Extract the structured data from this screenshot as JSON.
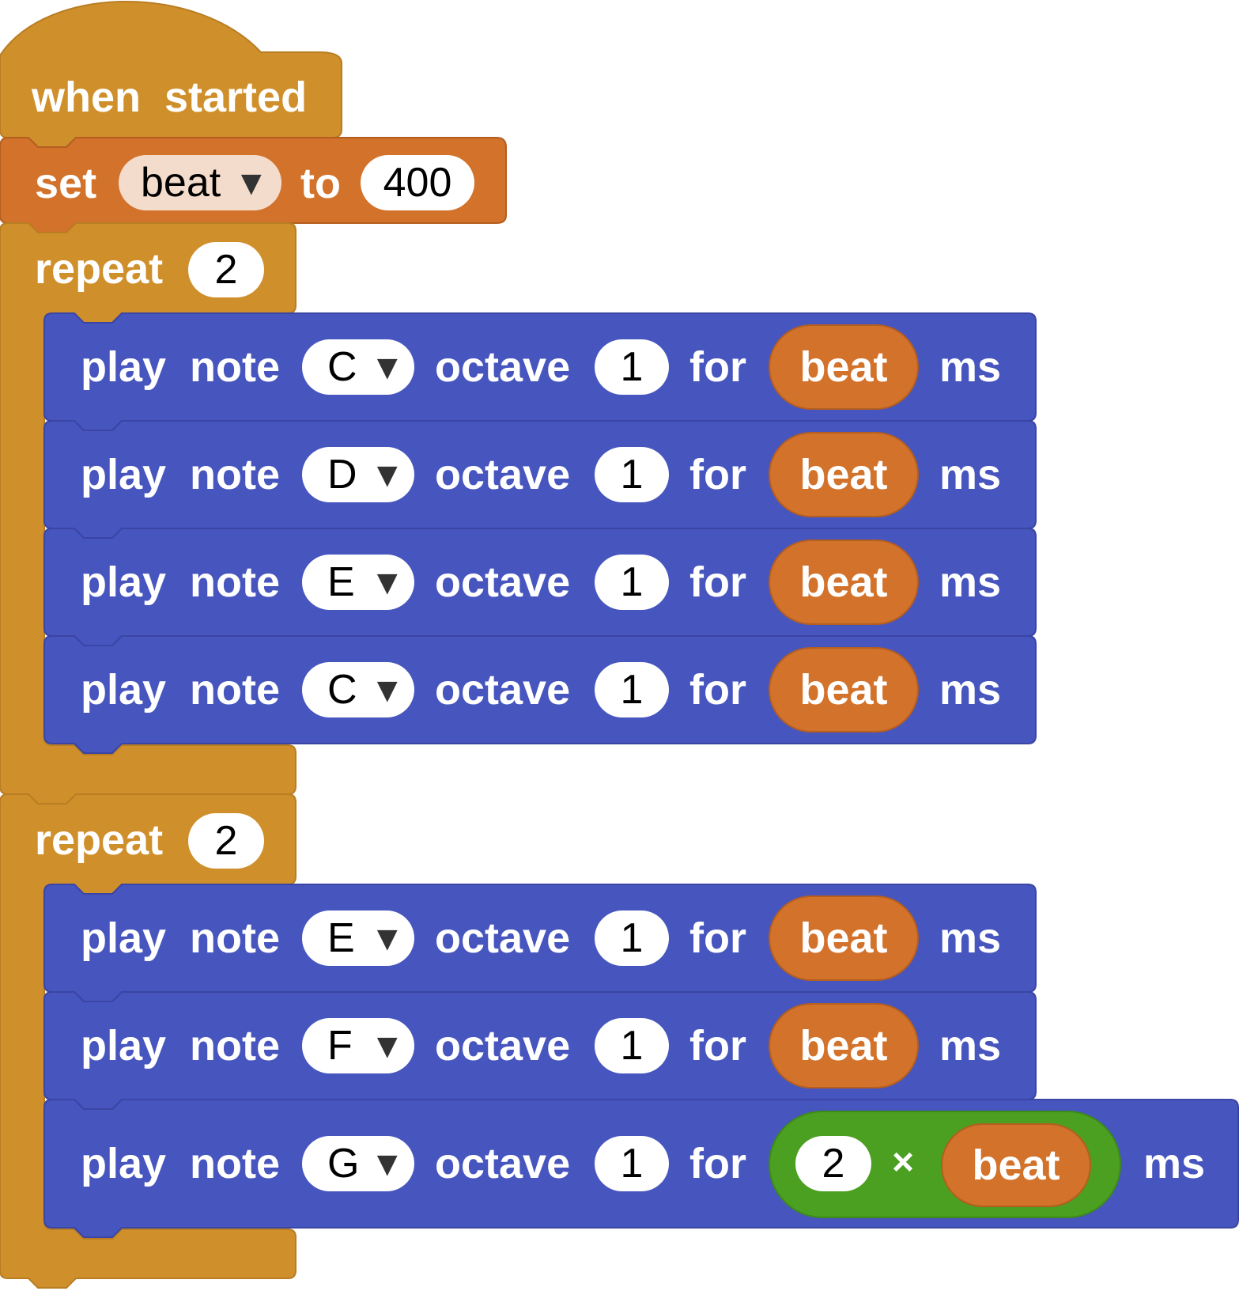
{
  "colors": {
    "event": "#cf8f2b",
    "variable": "#d2722b",
    "loop": "#cf8f2b",
    "music": "#4755be",
    "math": "#4b9f21"
  },
  "hat": {
    "label_when": "when",
    "label_started": "started"
  },
  "set_block": {
    "label_set": "set",
    "variable": "beat",
    "dropdown_icon": "triangle-down-icon",
    "label_to": "to",
    "value": "400"
  },
  "repeat_1": {
    "label": "repeat",
    "times": "2",
    "notes": [
      {
        "play": "play",
        "note_label": "note",
        "note": "C",
        "octave_label": "octave",
        "octave": "1",
        "for_label": "for",
        "duration": "beat",
        "unit": "ms"
      },
      {
        "play": "play",
        "note_label": "note",
        "note": "D",
        "octave_label": "octave",
        "octave": "1",
        "for_label": "for",
        "duration": "beat",
        "unit": "ms"
      },
      {
        "play": "play",
        "note_label": "note",
        "note": "E",
        "octave_label": "octave",
        "octave": "1",
        "for_label": "for",
        "duration": "beat",
        "unit": "ms"
      },
      {
        "play": "play",
        "note_label": "note",
        "note": "C",
        "octave_label": "octave",
        "octave": "1",
        "for_label": "for",
        "duration": "beat",
        "unit": "ms"
      }
    ]
  },
  "repeat_2": {
    "label": "repeat",
    "times": "2",
    "notes": [
      {
        "play": "play",
        "note_label": "note",
        "note": "E",
        "octave_label": "octave",
        "octave": "1",
        "for_label": "for",
        "duration": "beat",
        "unit": "ms"
      },
      {
        "play": "play",
        "note_label": "note",
        "note": "F",
        "octave_label": "octave",
        "octave": "1",
        "for_label": "for",
        "duration": "beat",
        "unit": "ms"
      },
      {
        "play": "play",
        "note_label": "note",
        "note": "G",
        "octave_label": "octave",
        "octave": "1",
        "for_label": "for",
        "multiplier": "2",
        "times_symbol": "×",
        "duration": "beat",
        "unit": "ms"
      }
    ]
  },
  "dropdown_arrow": "▼"
}
